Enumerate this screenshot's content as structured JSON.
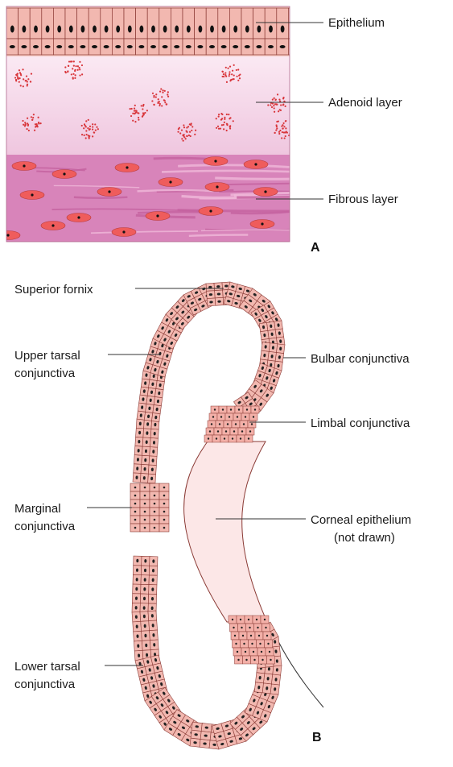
{
  "panel_a": {
    "letter": "A",
    "labels": {
      "epithelium": "Epithelium",
      "adenoid": "Adenoid layer",
      "fibrous": "Fibrous layer"
    }
  },
  "panel_b": {
    "letter": "B",
    "labels": {
      "superior_fornix": "Superior fornix",
      "upper_tarsal_1": "Upper tarsal",
      "upper_tarsal_2": "conjunctiva",
      "bulbar": "Bulbar conjunctiva",
      "limbal": "Limbal conjunctiva",
      "marginal_1": "Marginal",
      "marginal_2": "conjunctiva",
      "corneal_1": "Corneal epithelium",
      "corneal_2": "(not drawn)",
      "lower_tarsal_1": "Lower tarsal",
      "lower_tarsal_2": "conjunctiva"
    }
  },
  "colors": {
    "cell_fill": "#f2b8b0",
    "cell_stroke": "#8a3a35",
    "adenoid_bg": "#f4d6e8",
    "fibrous_bg": "#d77bb6",
    "fibrous_cell": "#ef5c5c",
    "cornea": "#fbe6e6"
  }
}
